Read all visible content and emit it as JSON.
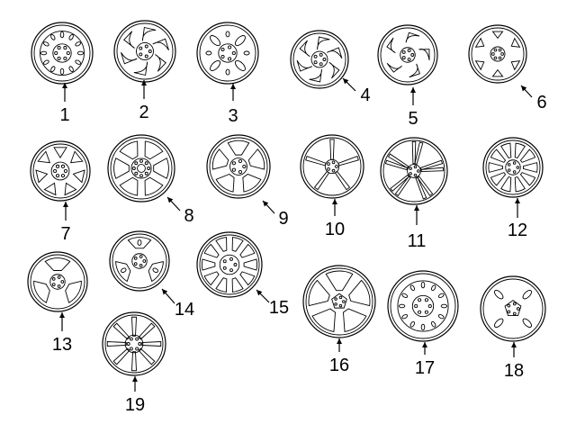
{
  "diagram": {
    "parts": [
      {
        "number": "1",
        "style": "steel-holes-ring"
      },
      {
        "number": "2",
        "style": "swirl-vanes"
      },
      {
        "number": "3",
        "style": "four-slot-steel"
      },
      {
        "number": "4",
        "style": "swirl-vanes"
      },
      {
        "number": "5",
        "style": "curved-slots"
      },
      {
        "number": "6",
        "style": "small-triangles"
      },
      {
        "number": "7",
        "style": "seven-triangles"
      },
      {
        "number": "8",
        "style": "six-window"
      },
      {
        "number": "9",
        "style": "five-window"
      },
      {
        "number": "10",
        "style": "five-spoke-thin"
      },
      {
        "number": "11",
        "style": "double-spoke"
      },
      {
        "number": "12",
        "style": "multi-spoke"
      },
      {
        "number": "13",
        "style": "three-window"
      },
      {
        "number": "14",
        "style": "three-window-ovals"
      },
      {
        "number": "15",
        "style": "y-spoke"
      },
      {
        "number": "16",
        "style": "five-spoke-wide"
      },
      {
        "number": "17",
        "style": "steel-holes-ring"
      },
      {
        "number": "18",
        "style": "four-slot-center"
      },
      {
        "number": "19",
        "style": "star-spoke"
      }
    ]
  }
}
